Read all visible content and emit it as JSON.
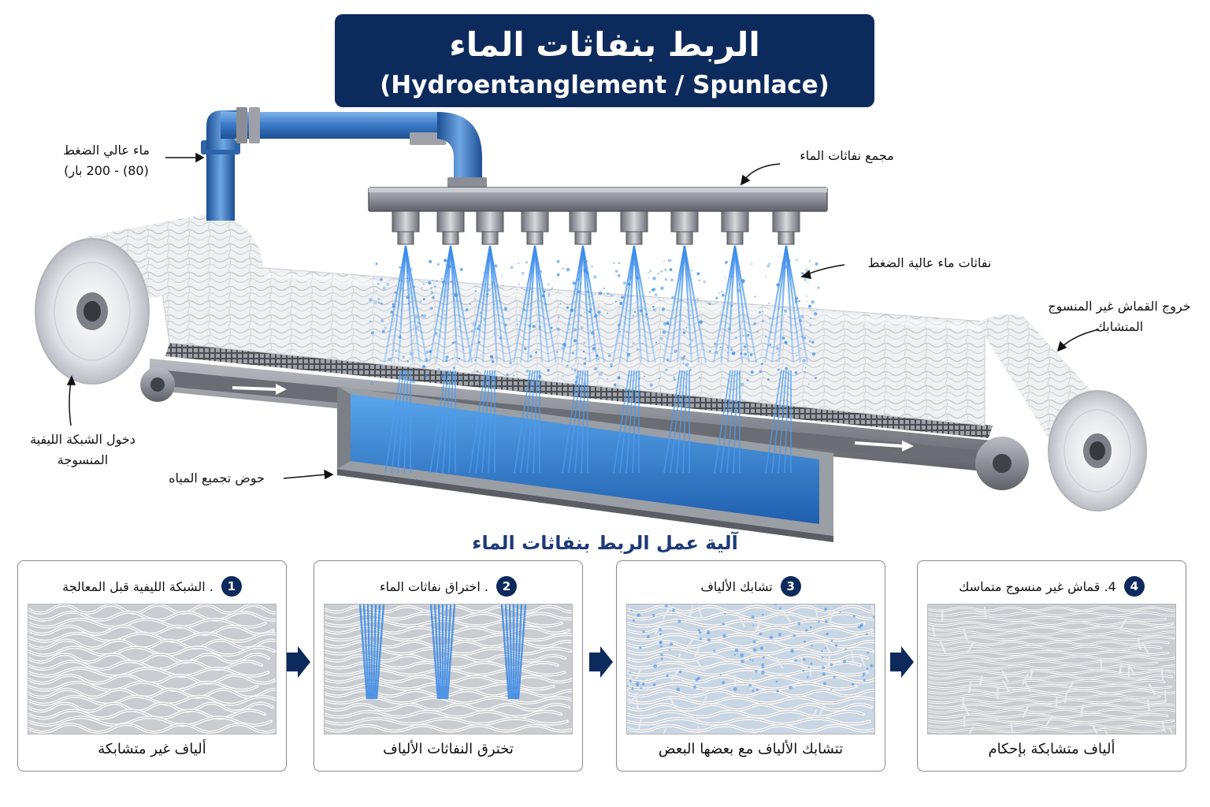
{
  "title": {
    "arabic": "الربط بنفاثات الماء",
    "english": "(Hydroentanglement / Spunlace)"
  },
  "labels": {
    "high_pressure_water": "ماء عالي الضغط",
    "pressure_range": "(80) - 200 بار)",
    "jet_manifold": "مجمع نفاثات الماء",
    "high_pressure_jets": "نفاثات ماء عالية الضغط",
    "exit_line1": "خروج القماش غير المنسوج",
    "exit_line2": "المتشابك",
    "entry_line1": "دخول الشبكة الليفية",
    "entry_line2": "المنسوجة",
    "water_basin": "حوض تجميع المياه"
  },
  "colors": {
    "title_bg": "#0d2a5c",
    "pipe": "#3a78c4",
    "water": "#2f7fd8",
    "section_title": "#1d3a78"
  },
  "mechanism": {
    "title": "آلية عمل الربط بنفاثات الماء",
    "steps": [
      {
        "number": "1",
        "heading": ". الشبكة الليفية قبل المعالجة",
        "caption": "ألياف غير متشابكة"
      },
      {
        "number": "2",
        "heading": ". اختراق نفاثات الماء",
        "caption": "تخترق النفاثات الألياف"
      },
      {
        "number": "3",
        "heading": "تشابك الألياف",
        "caption": "تتشابك الألياف مع بعضها البعض"
      },
      {
        "number": "4",
        "heading": "4. قماش غير منسوج متماسك",
        "caption": "ألياف متشابكة بإحكام"
      }
    ]
  }
}
